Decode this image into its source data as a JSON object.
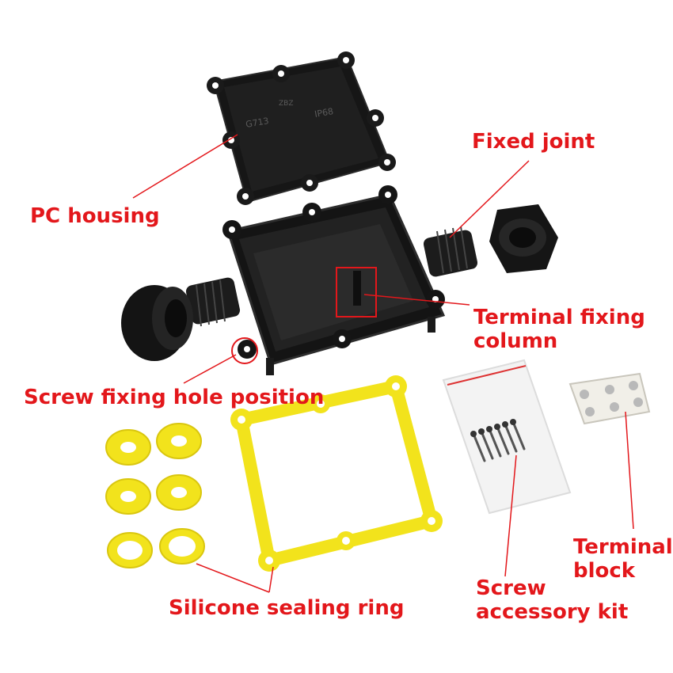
{
  "labels": {
    "pc_housing": "PC housing",
    "fixed_joint": "Fixed joint",
    "terminal_fixing_column": [
      "Terminal fixing",
      "column"
    ],
    "screw_fixing_hole": "Screw fixing hole position",
    "silicone_sealing_ring": "Silicone sealing ring",
    "screw_accessory_kit": [
      "Screw",
      "accessory kit"
    ],
    "terminal_block": [
      "Terminal",
      "block"
    ]
  },
  "lid_markings": {
    "brand": "ZBZ",
    "model": "G713",
    "rating": "IP68"
  },
  "colors": {
    "label": "#e3171b",
    "housing": "#1b1b1b",
    "seal": "#f2e31c",
    "terminal": "#f1efe8"
  }
}
